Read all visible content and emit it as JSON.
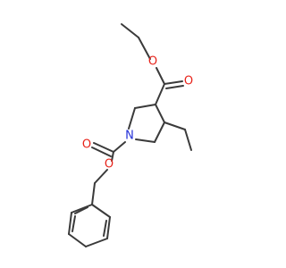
{
  "molecule": {
    "atoms": {
      "o_ether_top": {
        "symbol": "O",
        "color": "#e8231a"
      },
      "o_carbonyl_top": {
        "symbol": "O",
        "color": "#e8231a"
      },
      "n_ring": {
        "symbol": "N",
        "color": "#2430d8"
      },
      "o_carbonyl_left": {
        "symbol": "O",
        "color": "#e8231a"
      },
      "o_ether_left": {
        "symbol": "O",
        "color": "#e8231a"
      }
    },
    "bond_color": "#3a3a3a"
  }
}
